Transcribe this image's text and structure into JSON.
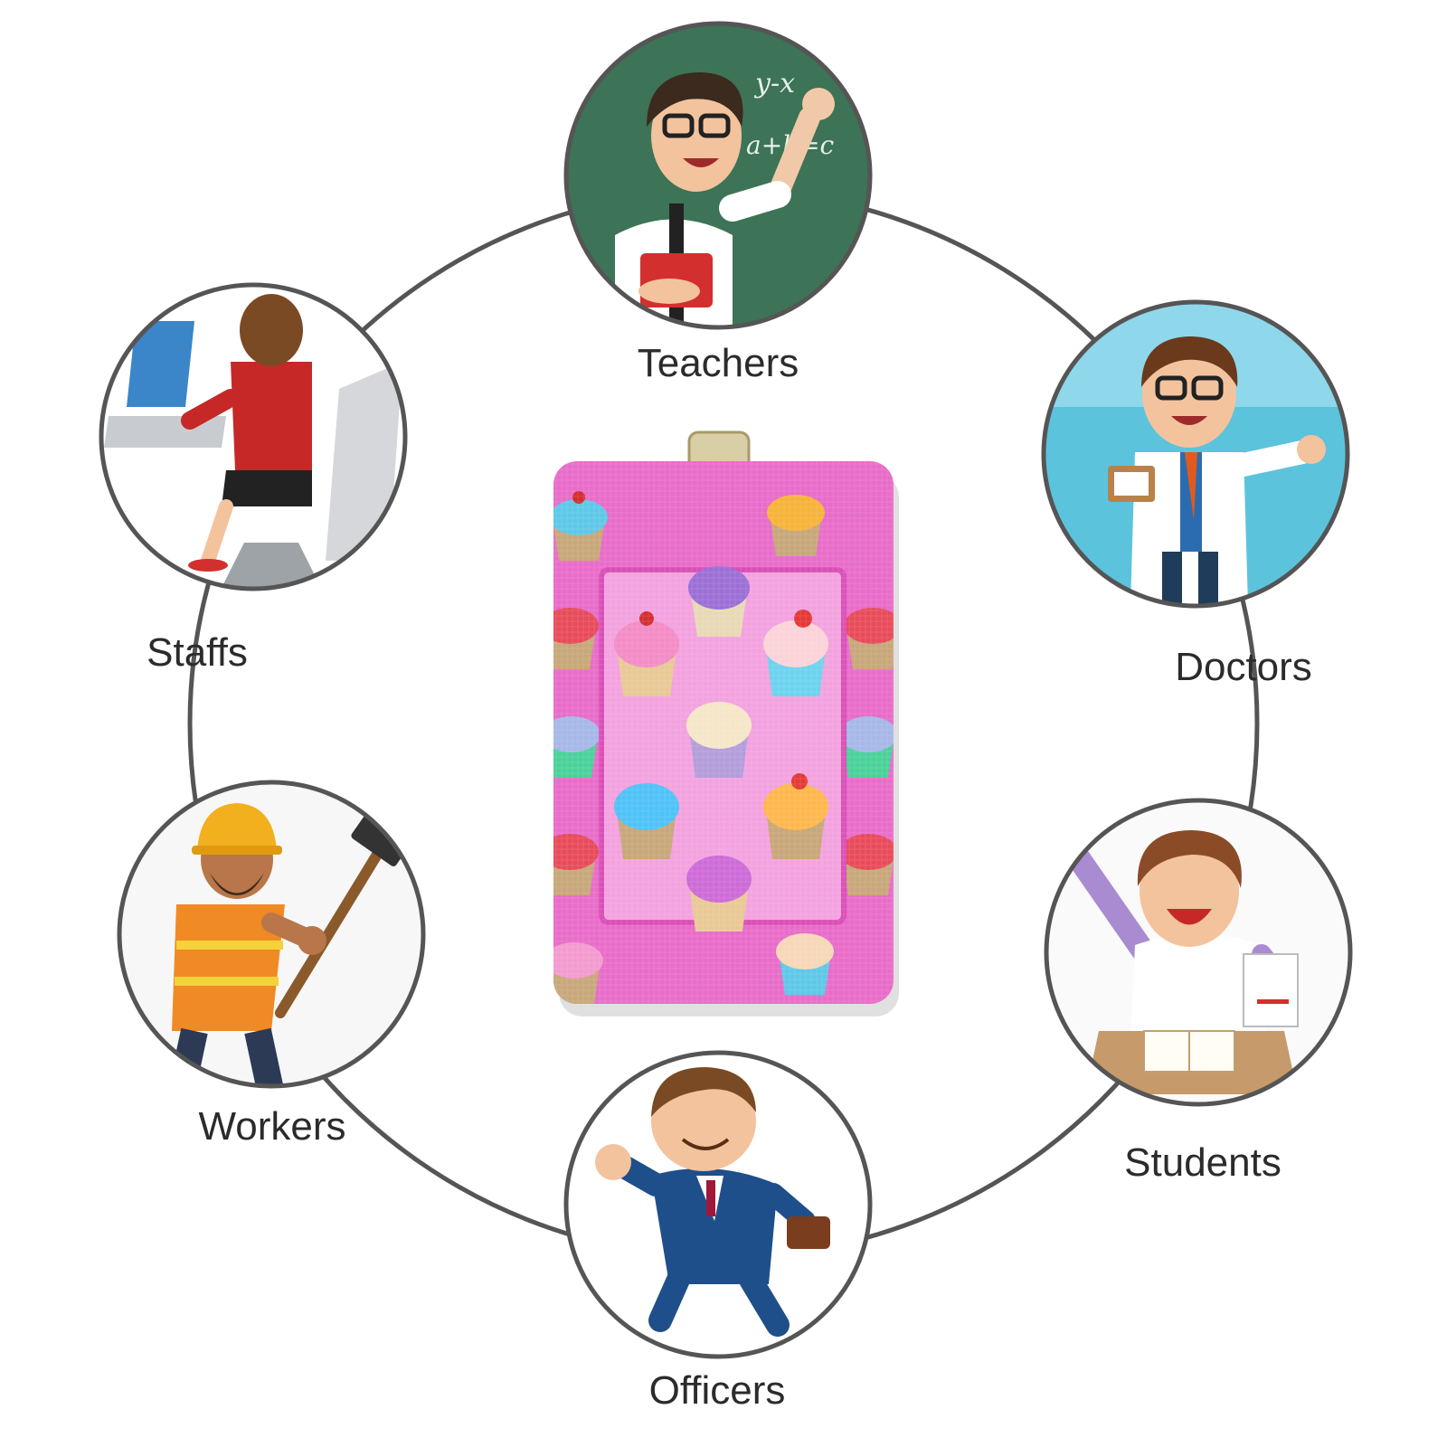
{
  "usage_circle": {
    "items": [
      {
        "label": "Teachers",
        "icon": "teacher-illustration"
      },
      {
        "label": "Doctors",
        "icon": "doctor-illustration"
      },
      {
        "label": "Students",
        "icon": "student-illustration"
      },
      {
        "label": "Officers",
        "icon": "officer-illustration"
      },
      {
        "label": "Workers",
        "icon": "worker-illustration"
      },
      {
        "label": "Staffs",
        "icon": "office-staff-illustration"
      }
    ]
  },
  "product": {
    "name": "card-holder",
    "pattern": "cupcakes",
    "colors": {
      "background": "#e86cc9",
      "window": "#f3a2df",
      "connector": "#555555"
    }
  }
}
